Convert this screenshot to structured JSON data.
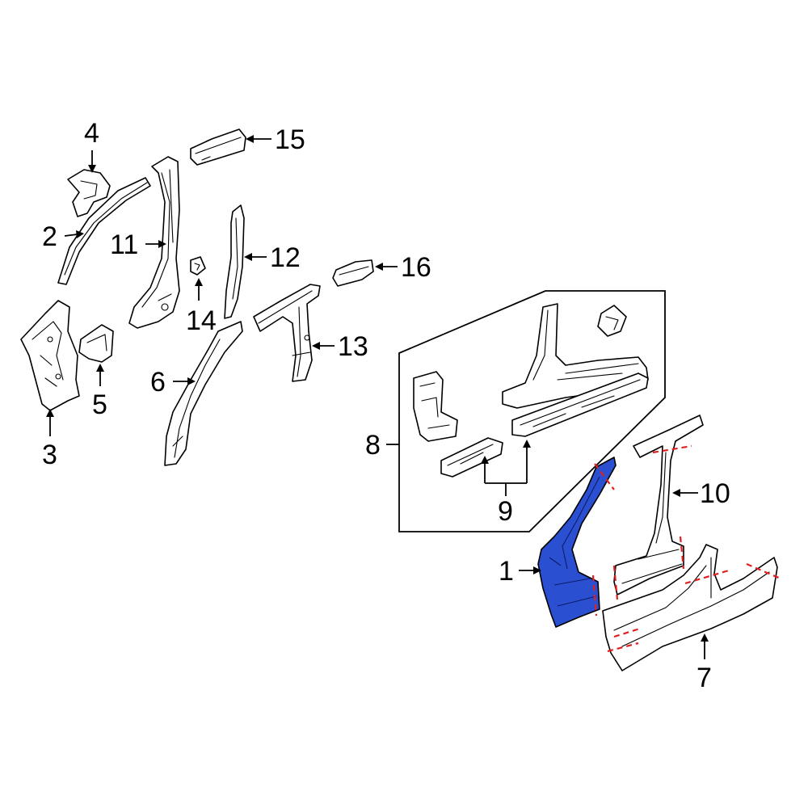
{
  "callouts": {
    "c1": "1",
    "c2": "2",
    "c3": "3",
    "c4": "4",
    "c5": "5",
    "c6": "6",
    "c7": "7",
    "c8": "8",
    "c9": "9",
    "c10": "10",
    "c11": "11",
    "c12": "12",
    "c13": "13",
    "c14": "14",
    "c15": "15",
    "c16": "16"
  },
  "colors": {
    "highlight": "#2a4fd0",
    "cut_lines": "#e02020",
    "line_art": "#000000",
    "background": "#ffffff"
  }
}
